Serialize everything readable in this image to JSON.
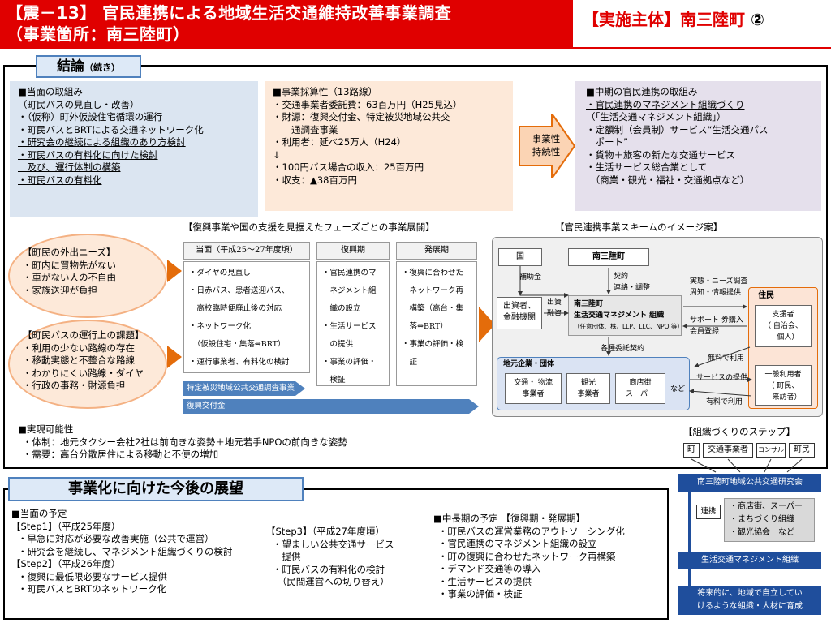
{
  "header": {
    "title_line1": "【震－13】 官民連携による地域生活交通維持改善事業調査",
    "title_line2": "（事業箇所：南三陸町）",
    "implementer": "【実施主体】南三陸町",
    "page_no": "②"
  },
  "conclusion": {
    "tab_main": "結論",
    "tab_sub": "（続き）",
    "current": {
      "title": "■当面の取組み",
      "items": [
        "（町民バスの見直し・改善）",
        "・（仮称）町外仮設住宅循環の運行",
        "・町民バスとBRTによる交通ネットワーク化",
        "・研究会の継続による組織のあり方検討",
        "・町民バスの有料化に向けた検討",
        "　及び、運行体制の構築",
        "・町民バスの有料化"
      ]
    },
    "feasibility": {
      "title": "■事業採算性（13路線）",
      "items": [
        "・交通事業者委託費：63百万円（H25見込）",
        "・財源：復興交付金、特定被災地域公共交",
        "　　通調査事業",
        "・利用者：延べ25万人（H24）",
        "↓",
        "・100円バス場合の収入：25百万円",
        "・収支：▲38百万円"
      ]
    },
    "sustain_arrow": [
      "事業性",
      "持続性"
    ],
    "midterm": {
      "title": "■中期の官民連携の取組み",
      "items": [
        "・官民連携のマネジメント組織づくり",
        "（「生活交通マネジメント組織」）",
        "・定額制（会員制）サービス“生活交通パス",
        "　ポート”",
        "・貨物＋旅客の新たな交通サービス",
        "・生活サービス総合業として",
        "　（商業・観光・福祉・交通拠点など）"
      ]
    }
  },
  "phase": {
    "title": "【復興事業や国の支援を見据えたフェーズごとの事業展開】",
    "needs_title": "【町民の外出ニーズ】",
    "needs": [
      "・町内に買物先がない",
      "・車がない人の不自由",
      "・家族送迎が負担"
    ],
    "issues_title": "【町民バスの運行上の課題】",
    "issues": [
      "・利用の少ない路線の存在",
      "・移動実態と不整合な路線",
      "・わかりにくい路線・ダイヤ",
      "・行政の事務・財源負担"
    ],
    "columns": [
      {
        "head": "当面（平成25〜27年度頃）",
        "items": [
          "・ダイヤの見直し",
          "・日赤バス、患者送迎バス、",
          "　高校臨時便廃止後の対応",
          "・ネットワーク化",
          "　（仮設住宅・集落⇔BRT）",
          "・運行事業者、有料化の検討"
        ]
      },
      {
        "head": "復興期",
        "items": [
          "・官民連携のマ",
          "　ネジメント組",
          "　織の設立",
          "・生活サービス",
          "　の提供",
          "・事業の評価・",
          "　検証"
        ]
      },
      {
        "head": "発展期",
        "items": [
          "・復興に合わせた",
          "　ネットワーク再",
          "　構築（高台・集",
          "　落⇔BRT）",
          "・事業の評価・検",
          "　証"
        ]
      }
    ],
    "bar1": "特定被災地域公共交通調査事業",
    "bar2": "復興交付金"
  },
  "scheme": {
    "title": "【官民連携事業スキームのイメージ案】",
    "kuni": "国",
    "town": "南三陸町",
    "subsidy": "補助金",
    "contract": [
      "契約",
      "連絡・調整"
    ],
    "investor": [
      "出資者、",
      "金融機関"
    ],
    "invest_lbl": [
      "出資",
      "融資"
    ],
    "org": [
      "南三陸町",
      "生活交通マネジメント 組織",
      "（任意団体、株、LLP、LLC、NPO 等）"
    ],
    "survey": [
      "実態・ニーズ調査",
      "周知・情報提供"
    ],
    "support": [
      "サポート 券購入",
      "会員登録"
    ],
    "resident_tag": "住民",
    "supporter": [
      "支援者",
      "（ 自治会、",
      "　 個人）"
    ],
    "user": [
      "一般利用者",
      "（ 町民、",
      "　来訪者）"
    ],
    "free_use": "無料で利用",
    "service": "サービスの提供",
    "paid_use": "有料で利用",
    "contracts_label": "各種委託契約",
    "local_tag": "地元企業・団体",
    "local_items": [
      [
        "交通・ 物流",
        "事業者"
      ],
      [
        "観光",
        "事業者"
      ],
      [
        "商店街",
        "スーパー"
      ]
    ],
    "etc": "など"
  },
  "realize": {
    "title": "■実現可能性",
    "items": [
      "・体制：地元タクシー会社2社は前向きな姿勢＋地元若手NPOの前向きな姿勢",
      "・需要：高台分散居住による移動と不便の増加"
    ]
  },
  "steps": {
    "title": "【組織づくりのステップ】",
    "tops": [
      "町",
      "交通事業者",
      "コンサル",
      "町民"
    ],
    "council": "南三陸町地域公共交通研究会",
    "link": "連携",
    "partners": [
      "・商店街、スーパー",
      "・まちづくり組織",
      "・観光協会　など"
    ],
    "mgmt": "生活交通マネジメント組織",
    "future": [
      "将来的に、地域で自立してい",
      "けるような組織・人材に育成"
    ]
  },
  "outlook": {
    "tab": "事業化に向けた今後の展望",
    "plan_title": "■当面の予定",
    "step1": "【Step1】（平成25年度）",
    "step1_items": [
      "・早急に対応が必要な改善実施（公共で運営）",
      "・研究会を継続し、マネジメント組織づくりの検討"
    ],
    "step2": "【Step2】（平成26年度）",
    "step2_items": [
      "・復興に最低限必要なサービス提供",
      "・町民バスとBRTのネットワーク化"
    ],
    "step3": "【Step3】（平成27年度頃）",
    "step3_items": [
      "・望ましい公共交通サービス",
      "　提供",
      "・町民バスの有料化の検討",
      "　（民間運営への切り替え）"
    ],
    "long_title": "■中長期の予定 【復興期・発展期】",
    "long_items": [
      "・町民バスの運営業務のアウトソーシング化",
      "・官民連携のマネジメント組織の設立",
      "・町の復興に合わせたネットワーク再構築",
      "・デマンド交通等の導入",
      "・生活サービスの提供",
      "・事業の評価・検証"
    ]
  },
  "colors": {
    "header_red": "#e00000",
    "orange": "#e46c0a",
    "navy": "#1f4e9c",
    "blue": "#4f81bd"
  }
}
